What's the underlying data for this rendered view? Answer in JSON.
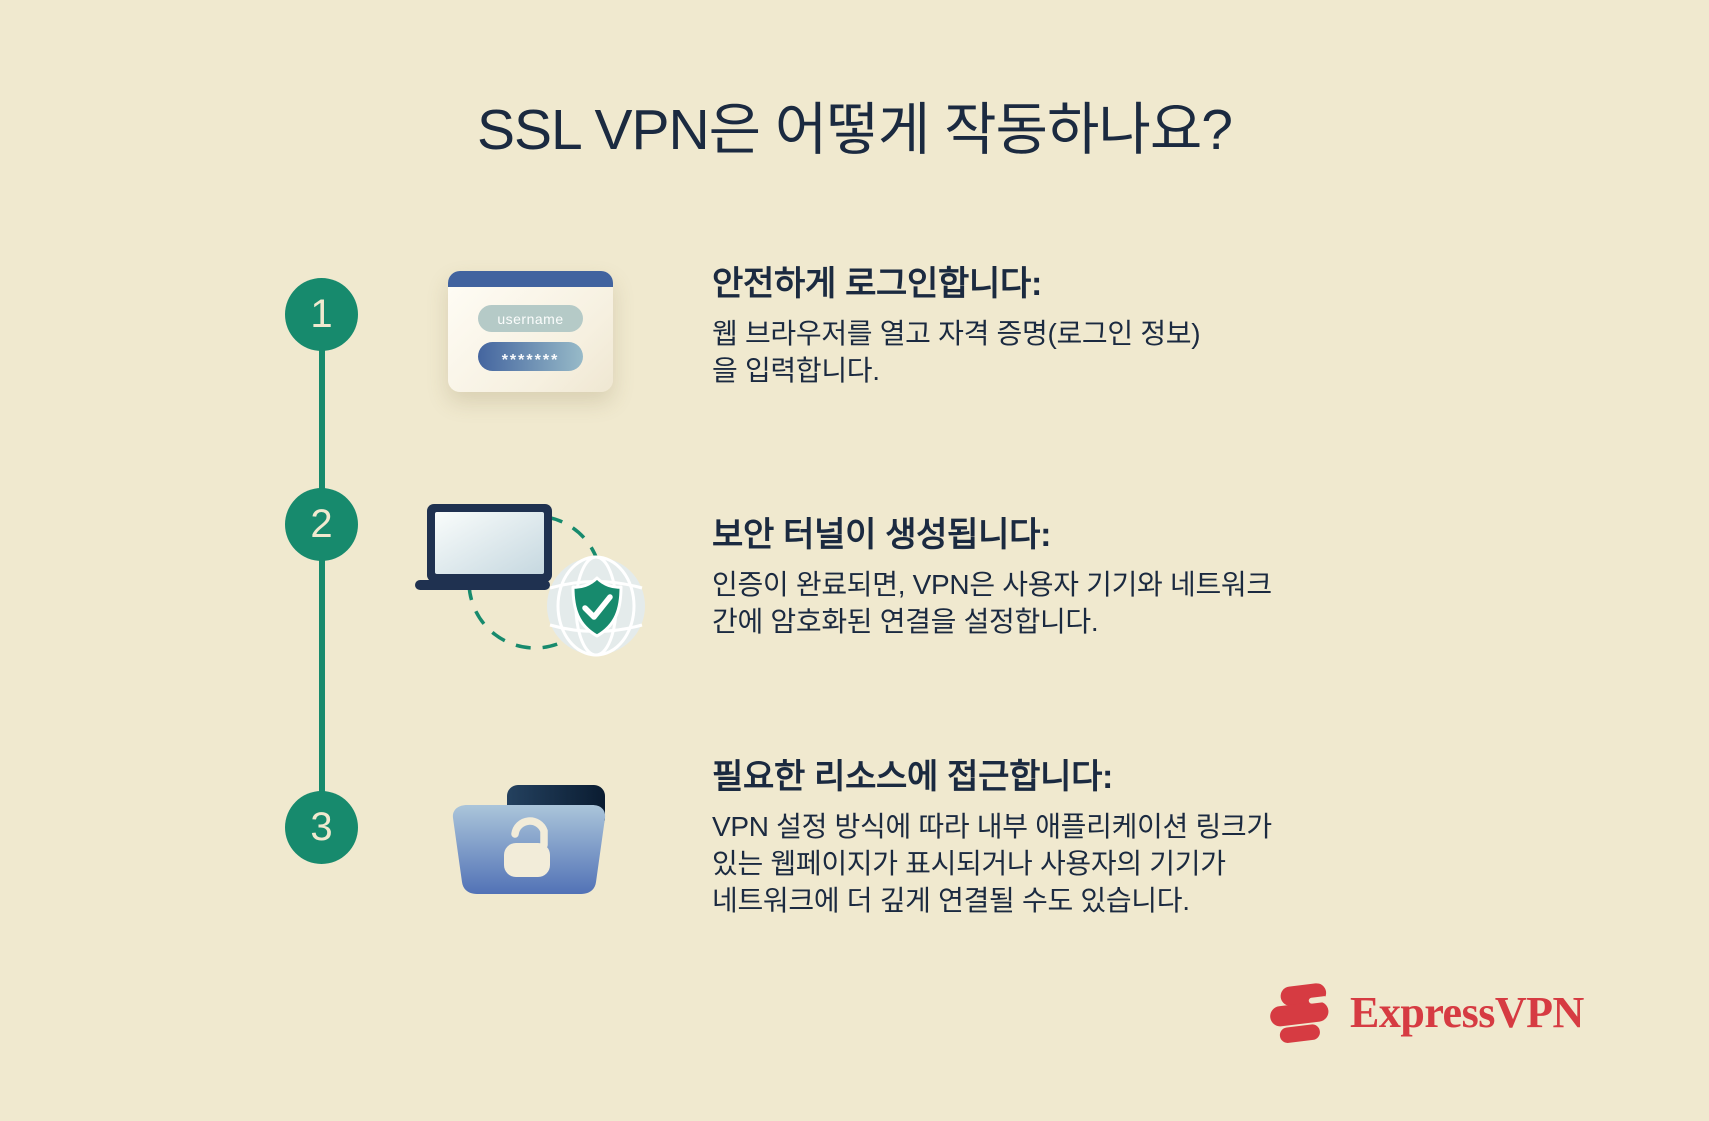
{
  "page": {
    "title": "SSL VPN은 어떻게 작동하나요?"
  },
  "colors": {
    "background": "#f0e9cf",
    "text_navy": "#1b2a40",
    "accent_green": "#178a6d",
    "form_header_blue": "#41639f",
    "brand_red": "#d63b42"
  },
  "steps": [
    {
      "number": "1",
      "heading": "안전하게 로그인합니다:",
      "body": "웹 브라우저를 열고 자격 증명(로그인 정보)\n을 입력합니다.",
      "icon": "login-form-icon"
    },
    {
      "number": "2",
      "heading": "보안 터널이 생성됩니다:",
      "body": "인증이 완료되면, VPN은 사용자 기기와 네트워크\n간에 암호화된 연결을 설정합니다.",
      "icon": "secure-tunnel-icon"
    },
    {
      "number": "3",
      "heading": "필요한 리소스에 접근합니다:",
      "body": "VPN 설정 방식에 따라 내부 애플리케이션 링크가\n있는 웹페이지가 표시되거나 사용자의 기기가\n네트워크에 더 깊게 연결될 수도 있습니다.",
      "icon": "folder-unlocked-icon"
    }
  ],
  "login_card": {
    "username_value": "username",
    "password_mask": "*******"
  },
  "footer": {
    "brand_name": "ExpressVPN"
  }
}
